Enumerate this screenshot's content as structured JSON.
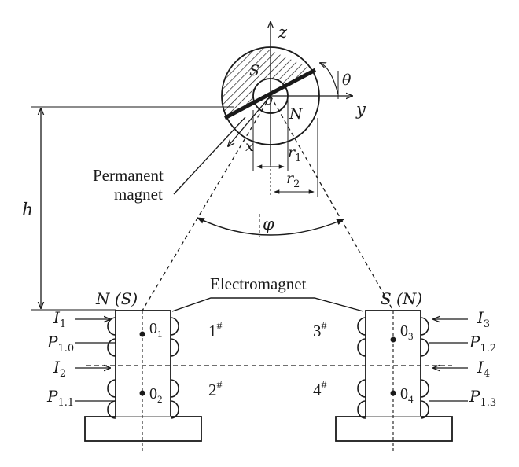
{
  "labels": {
    "permanent_magnet_line1": "Permanent",
    "permanent_magnet_line2": "magnet",
    "electromagnet": "Electromagnet",
    "h": "h",
    "phi": "φ",
    "theta": "θ",
    "axis_z": "z",
    "axis_y": "y",
    "axis_x": "x",
    "pole_S": "S",
    "pole_N": "N",
    "r1": "r",
    "r1_sub": "1",
    "r2": "r",
    "r2_sub": "2",
    "origin": "o",
    "left_pole": "N (S)",
    "right_pole": "S (N)",
    "coil1": "1",
    "coil2": "2",
    "coil3": "3",
    "coil4": "4",
    "hash": "#",
    "I1": "I",
    "I1_sub": "1",
    "I2": "I",
    "I2_sub": "2",
    "I3": "I",
    "I3_sub": "3",
    "I4": "I",
    "I4_sub": "4",
    "P10": "P",
    "P10_sub": "1.0",
    "P11": "P",
    "P11_sub": "1.1",
    "P12": "P",
    "P12_sub": "1.2",
    "P13": "P",
    "P13_sub": "1.3",
    "o1": "0",
    "o1_sub": "1",
    "o2": "0",
    "o2_sub": "2",
    "o3": "0",
    "o3_sub": "3",
    "o4": "0",
    "o4_sub": "4"
  }
}
